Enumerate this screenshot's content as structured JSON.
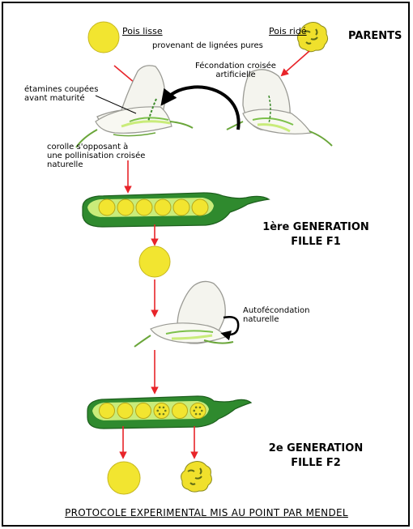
{
  "parents": {
    "left_label": "Pois lisse",
    "right_label": "Pois ridé",
    "title": "PARENTS",
    "origin_note": "provenant de lignées pures"
  },
  "annotations": {
    "cross": "Fécondation croisée\nartificielle",
    "stamens": "étamines coupées\navant maturité",
    "corolla": "corolle s'opposant à\nune pollinisation croisée\nnaturelle",
    "self": "Autofécondation\nnaturelle"
  },
  "generations": {
    "f1": "1ère GENERATION\nFILLE F1",
    "f2": "2e GENERATION\nFILLE F2"
  },
  "pods": {
    "f1": [
      "lisse",
      "lisse",
      "lisse",
      "lisse",
      "lisse",
      "lisse"
    ],
    "f2": [
      "lisse",
      "lisse",
      "lisse",
      "ridé",
      "lisse",
      "ridé"
    ]
  },
  "footer": "PROTOCOLE EXPERIMENTAL MIS AU POINT PAR MENDEL",
  "colors": {
    "pea": "#f2e530",
    "pea_spots": "#6b7a1e",
    "pod_outer": "#2f8a2e",
    "pod_inner": "#c9ec7a",
    "arrow": "#e8242a",
    "flower_fill": "#f4f4ee",
    "flower_stroke": "#9a9a94"
  }
}
